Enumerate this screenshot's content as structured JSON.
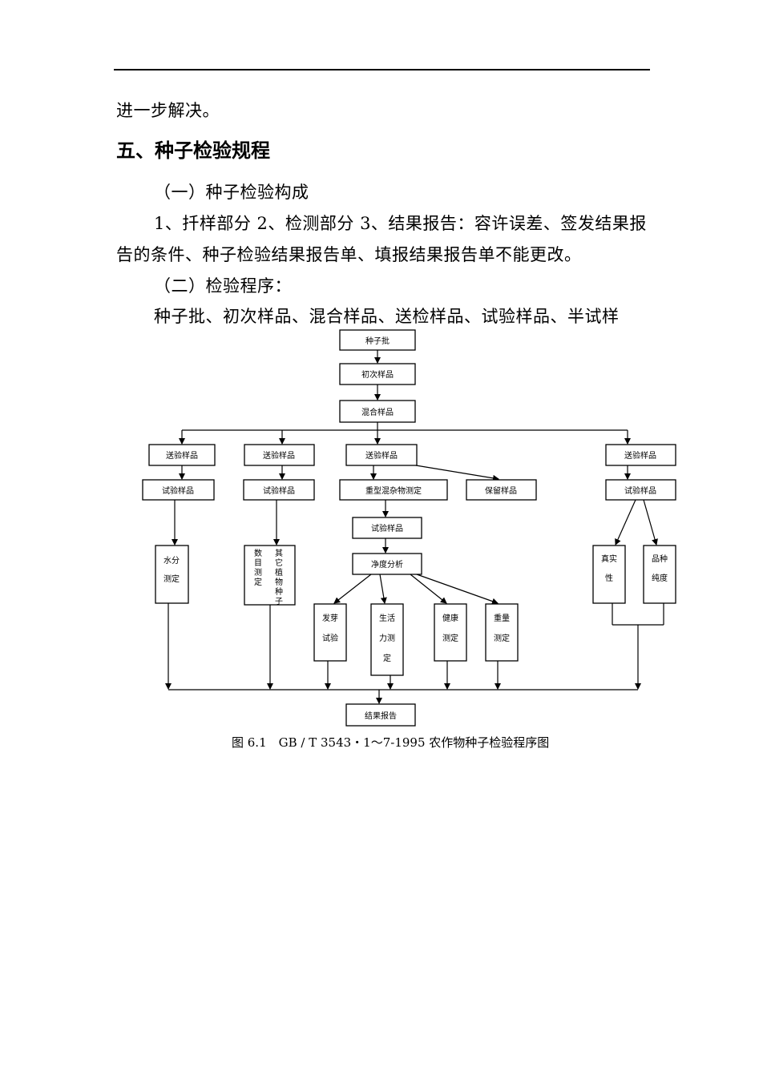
{
  "paragraphs": {
    "p1": "进一步解决。",
    "heading": "五、种子检验规程",
    "p2": "（一）种子检验构成",
    "p3a": "1、扦样部分 2、检测部分 3、结果报告：容许误差、签发结果报",
    "p3b": "告的条件、种子检验结果报告单、填报结果报告单不能更改。",
    "p4": "（二）检验程序：",
    "p5": "种子批、初次样品、混合样品、送检样品、试验样品、半试样"
  },
  "flowchart": {
    "seed_lot": "种子批",
    "primary_sample": "初次样品",
    "composite_sample": "混合样品",
    "submitted_1": "送验样品",
    "submitted_2": "送验样品",
    "submitted_3": "送验样品",
    "submitted_4": "送验样品",
    "working_1": "试验样品",
    "working_2": "试验样品",
    "working_4": "试验样品",
    "heavy_impurity": "重型混杂物测定",
    "retained": "保留样品",
    "working_mid": "试验样品",
    "purity": "净度分析",
    "moisture_1": "水分",
    "moisture_2": "测定",
    "count_a1": "数",
    "count_a2": "目",
    "count_a3": "测",
    "count_a4": "定",
    "count_b1": "其",
    "count_b2": "它",
    "count_b3": "植",
    "count_b4": "物",
    "count_b5": "种",
    "count_b6": "子",
    "germ_1": "发芽",
    "germ_2": "试验",
    "vigor_1": "生活",
    "vigor_2": "力测",
    "vigor_3": "定",
    "health_1": "健康",
    "health_2": "测定",
    "weight_1": "重量",
    "weight_2": "测定",
    "authentic_1": "真实",
    "authentic_2": "性",
    "variety_1": "品种",
    "variety_2": "纯度",
    "result": "结果报告"
  },
  "caption": "图 6.1　GB / T 3543・1～7-1995 农作物种子检验程序图"
}
